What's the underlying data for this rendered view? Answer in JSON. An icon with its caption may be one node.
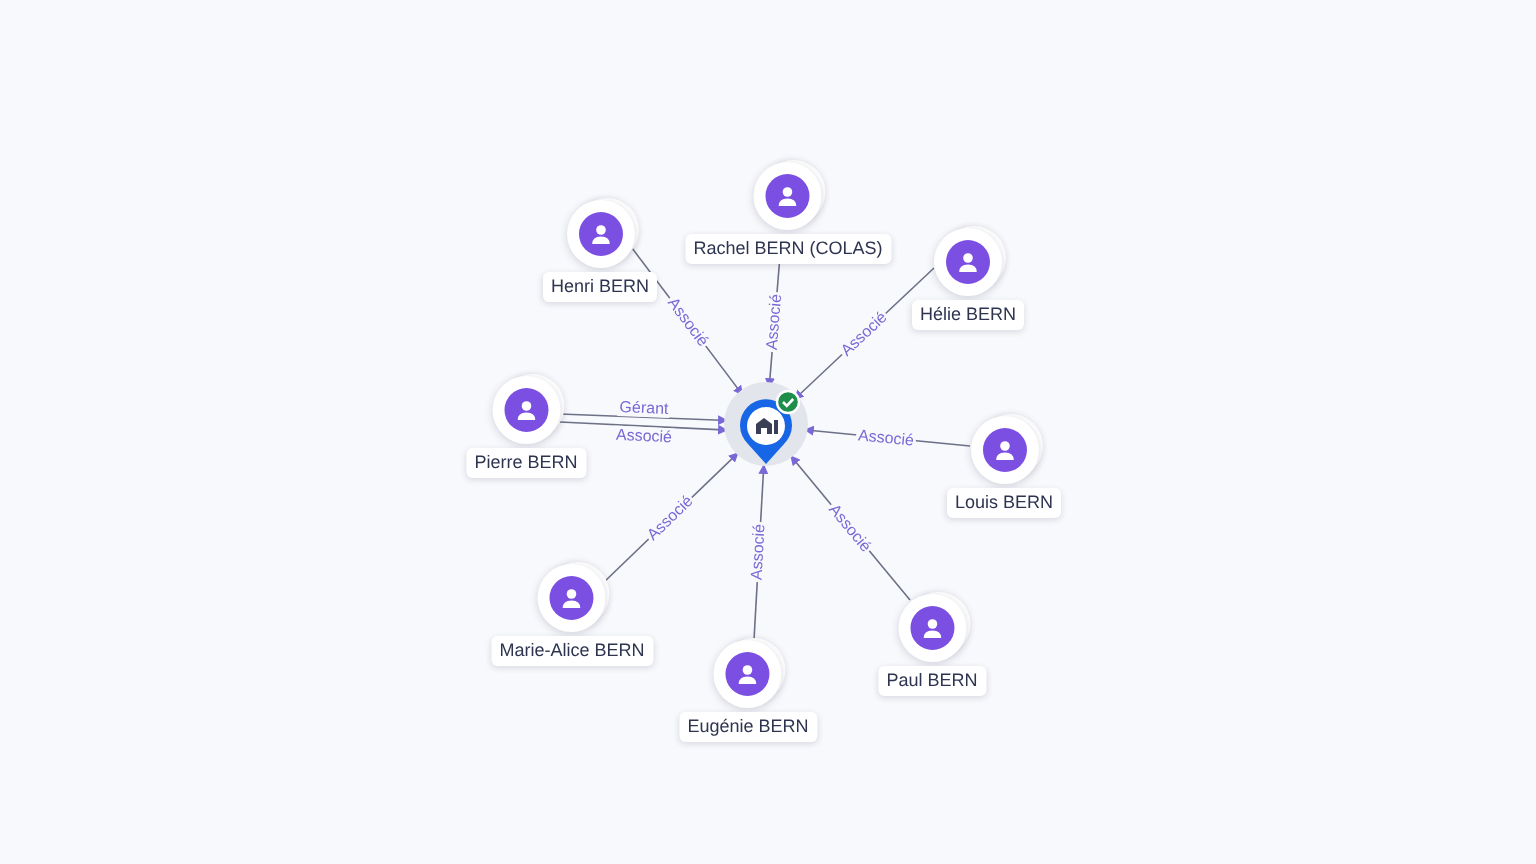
{
  "diagram": {
    "nodes": [
      {
        "text": [
          "Henri BERN"
        ]
      },
      {
        "text": [
          "Rachel BERN (COLAS)"
        ]
      },
      {
        "text": [
          "Hélie BERN"
        ]
      },
      {
        "text": [
          "Pierre BERN"
        ]
      },
      {
        "text": [],
        "shape": "pin"
      },
      {
        "text": [
          "Louis BERN"
        ]
      },
      {
        "text": [
          "Marie-Alice BERN"
        ]
      },
      {
        "text": [
          "Paul BERN"
        ]
      },
      {
        "text": [
          "Eugénie BERN"
        ]
      }
    ],
    "edges": [
      {
        "from": 0,
        "to": 4,
        "arrow": "to",
        "label": "Associé"
      },
      {
        "from": 1,
        "to": 4,
        "arrow": "to",
        "label": "Associé"
      },
      {
        "from": 2,
        "to": 4,
        "arrow": "to",
        "label": "Associé"
      },
      {
        "from": 3,
        "to": 4,
        "arrow": "to",
        "label": "Gérant"
      },
      {
        "from": 3,
        "to": 4,
        "arrow": "to",
        "label": "Associé"
      },
      {
        "from": 5,
        "to": 4,
        "arrow": "to",
        "label": "Associé"
      },
      {
        "from": 6,
        "to": 4,
        "arrow": "to",
        "label": "Associé"
      },
      {
        "from": 8,
        "to": 4,
        "arrow": "to",
        "label": "Associé"
      },
      {
        "from": 7,
        "to": 4,
        "arrow": "to",
        "label": "Associé"
      }
    ]
  }
}
